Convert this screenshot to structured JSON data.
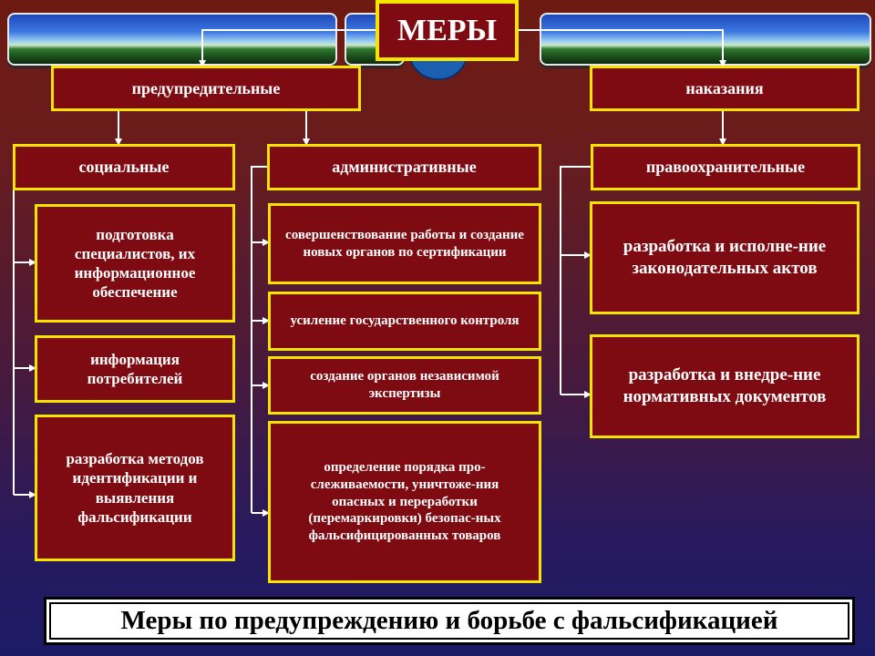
{
  "title": "МЕРЫ",
  "branches": {
    "preventive": "предупредительные",
    "punishment": "наказания"
  },
  "categories": {
    "social": "социальные",
    "administrative": "административные",
    "law_enforcement": "правоохранительные"
  },
  "social_items": [
    "подготовка специалистов, их информационное обеспечение",
    "информация потребителей",
    "разработка методов идентификации и выявления фальсификации"
  ],
  "admin_items": [
    "совершенствование работы и создание новых органов по сертификации",
    "усиление государственного контроля",
    "создание органов независимой экспертизы",
    "определение порядка про-слеживаемости, уничтоже-ния опасных и переработки (перемаркировки) безопас-ных фальсифицированных товаров"
  ],
  "law_items": [
    "разработка и исполне-ние законодательных актов",
    "разработка и внедре-ние нормативных документов"
  ],
  "caption": "Меры по предупреждению и борьбе с фальсификацией",
  "colors": {
    "box_fill": "#7e0b12",
    "box_border": "#f4e400",
    "text": "#ffffff",
    "connector": "#ffffff"
  }
}
